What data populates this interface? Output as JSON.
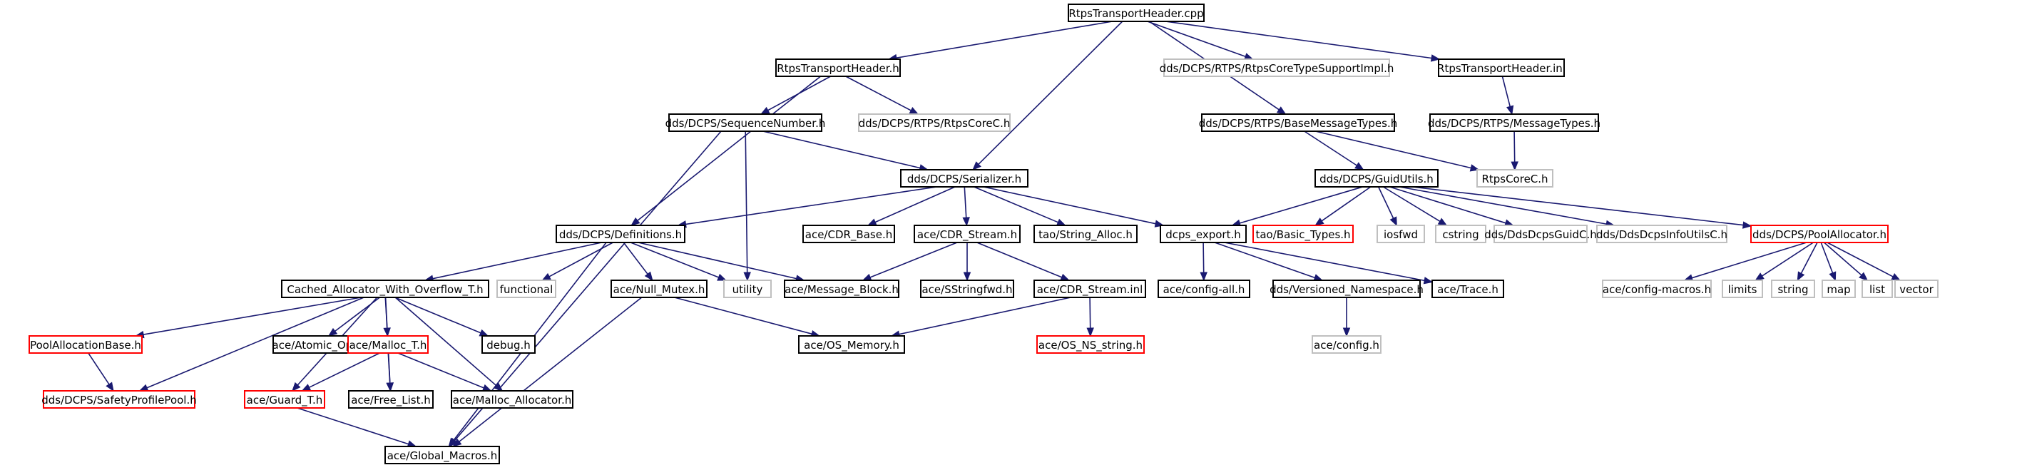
{
  "graph": {
    "colors": {
      "edge": "#191970",
      "normal_border": "#000000",
      "missing_border": "#bfbfbf",
      "incomplete_border": "#ff0000",
      "root_fill": "#bfbfbf"
    },
    "nodes": [
      {
        "id": "root",
        "label": "RtpsTransportHeader.cpp",
        "kind": "root"
      },
      {
        "id": "rth_h",
        "label": "RtpsTransportHeader.h",
        "kind": "normal"
      },
      {
        "id": "core_ts",
        "label": "dds/DCPS/RTPS/RtpsCoreTypeSupportImpl.h",
        "kind": "missing"
      },
      {
        "id": "rth_inl",
        "label": "RtpsTransportHeader.inl",
        "kind": "normal"
      },
      {
        "id": "seqnum",
        "label": "dds/DCPS/SequenceNumber.h",
        "kind": "normal"
      },
      {
        "id": "rtpscore_c",
        "label": "dds/DCPS/RTPS/RtpsCoreC.h",
        "kind": "missing"
      },
      {
        "id": "basemsg",
        "label": "dds/DCPS/RTPS/BaseMessageTypes.h",
        "kind": "normal"
      },
      {
        "id": "msgtypes",
        "label": "dds/DCPS/RTPS/MessageTypes.h",
        "kind": "normal"
      },
      {
        "id": "serializer",
        "label": "dds/DCPS/Serializer.h",
        "kind": "normal"
      },
      {
        "id": "guidutils",
        "label": "dds/DCPS/GuidUtils.h",
        "kind": "normal"
      },
      {
        "id": "rtpscore2",
        "label": "RtpsCoreC.h",
        "kind": "missing"
      },
      {
        "id": "defs",
        "label": "dds/DCPS/Definitions.h",
        "kind": "normal"
      },
      {
        "id": "cdr_base",
        "label": "ace/CDR_Base.h",
        "kind": "normal"
      },
      {
        "id": "cdr_stream",
        "label": "ace/CDR_Stream.h",
        "kind": "normal"
      },
      {
        "id": "stralloc",
        "label": "tao/String_Alloc.h",
        "kind": "normal"
      },
      {
        "id": "dcps_export",
        "label": "dcps_export.h",
        "kind": "normal"
      },
      {
        "id": "basic_types",
        "label": "tao/Basic_Types.h",
        "kind": "incomplete"
      },
      {
        "id": "iosfwd",
        "label": "iosfwd",
        "kind": "missing"
      },
      {
        "id": "cstring",
        "label": "cstring",
        "kind": "missing"
      },
      {
        "id": "guidc",
        "label": "dds/DdsDcpsGuidC.h",
        "kind": "missing"
      },
      {
        "id": "infoutils",
        "label": "dds/DdsDcpsInfoUtilsC.h",
        "kind": "missing"
      },
      {
        "id": "poolalloc",
        "label": "dds/DCPS/PoolAllocator.h",
        "kind": "incomplete"
      },
      {
        "id": "cached",
        "label": "Cached_Allocator_With_Overflow_T.h",
        "kind": "normal"
      },
      {
        "id": "functional",
        "label": "functional",
        "kind": "missing"
      },
      {
        "id": "nullmutex",
        "label": "ace/Null_Mutex.h",
        "kind": "normal"
      },
      {
        "id": "utility",
        "label": "utility",
        "kind": "missing"
      },
      {
        "id": "msgblock",
        "label": "ace/Message_Block.h",
        "kind": "normal"
      },
      {
        "id": "sstringfwd",
        "label": "ace/SStringfwd.h",
        "kind": "normal"
      },
      {
        "id": "cdr_inl",
        "label": "ace/CDR_Stream.inl",
        "kind": "normal"
      },
      {
        "id": "configall",
        "label": "ace/config-all.h",
        "kind": "normal"
      },
      {
        "id": "versioned",
        "label": "dds/Versioned_Namespace.h",
        "kind": "normal"
      },
      {
        "id": "trace",
        "label": "ace/Trace.h",
        "kind": "normal"
      },
      {
        "id": "configmacros",
        "label": "ace/config-macros.h",
        "kind": "missing"
      },
      {
        "id": "limits",
        "label": "limits",
        "kind": "missing"
      },
      {
        "id": "string",
        "label": "string",
        "kind": "missing"
      },
      {
        "id": "map",
        "label": "map",
        "kind": "missing"
      },
      {
        "id": "list",
        "label": "list",
        "kind": "missing"
      },
      {
        "id": "vector",
        "label": "vector",
        "kind": "missing"
      },
      {
        "id": "poolbase",
        "label": "PoolAllocationBase.h",
        "kind": "incomplete"
      },
      {
        "id": "atomic",
        "label": "ace/Atomic_Op.h",
        "kind": "normal"
      },
      {
        "id": "malloc_t",
        "label": "ace/Malloc_T.h",
        "kind": "incomplete"
      },
      {
        "id": "debug",
        "label": "debug.h",
        "kind": "normal"
      },
      {
        "id": "osmem",
        "label": "ace/OS_Memory.h",
        "kind": "normal"
      },
      {
        "id": "os_ns",
        "label": "ace/OS_NS_string.h",
        "kind": "incomplete"
      },
      {
        "id": "aceconfig",
        "label": "ace/config.h",
        "kind": "missing"
      },
      {
        "id": "safety",
        "label": "dds/DCPS/SafetyProfilePool.h",
        "kind": "incomplete"
      },
      {
        "id": "guard",
        "label": "ace/Guard_T.h",
        "kind": "incomplete"
      },
      {
        "id": "freelist",
        "label": "ace/Free_List.h",
        "kind": "normal"
      },
      {
        "id": "mallocalloc",
        "label": "ace/Malloc_Allocator.h",
        "kind": "normal"
      },
      {
        "id": "globalmacros",
        "label": "ace/Global_Macros.h",
        "kind": "normal"
      }
    ],
    "edges": [
      [
        "root",
        "rth_h"
      ],
      [
        "root",
        "core_ts"
      ],
      [
        "root",
        "rth_inl"
      ],
      [
        "root",
        "serializer"
      ],
      [
        "root",
        "basemsg"
      ],
      [
        "rth_h",
        "seqnum"
      ],
      [
        "rth_h",
        "rtpscore_c"
      ],
      [
        "rth_h",
        "defs"
      ],
      [
        "rth_inl",
        "msgtypes"
      ],
      [
        "seqnum",
        "serializer"
      ],
      [
        "seqnum",
        "utility"
      ],
      [
        "seqnum",
        "globalmacros"
      ],
      [
        "basemsg",
        "guidutils"
      ],
      [
        "basemsg",
        "rtpscore2"
      ],
      [
        "msgtypes",
        "rtpscore2"
      ],
      [
        "serializer",
        "defs"
      ],
      [
        "serializer",
        "cdr_base"
      ],
      [
        "serializer",
        "cdr_stream"
      ],
      [
        "serializer",
        "stralloc"
      ],
      [
        "serializer",
        "dcps_export"
      ],
      [
        "guidutils",
        "dcps_export"
      ],
      [
        "guidutils",
        "basic_types"
      ],
      [
        "guidutils",
        "iosfwd"
      ],
      [
        "guidutils",
        "cstring"
      ],
      [
        "guidutils",
        "guidc"
      ],
      [
        "guidutils",
        "infoutils"
      ],
      [
        "guidutils",
        "poolalloc"
      ],
      [
        "defs",
        "cached"
      ],
      [
        "defs",
        "functional"
      ],
      [
        "defs",
        "nullmutex"
      ],
      [
        "defs",
        "utility"
      ],
      [
        "defs",
        "msgblock"
      ],
      [
        "defs",
        "globalmacros"
      ],
      [
        "cdr_stream",
        "msgblock"
      ],
      [
        "cdr_stream",
        "sstringfwd"
      ],
      [
        "cdr_stream",
        "cdr_inl"
      ],
      [
        "dcps_export",
        "configall"
      ],
      [
        "dcps_export",
        "versioned"
      ],
      [
        "dcps_export",
        "trace"
      ],
      [
        "poolalloc",
        "configmacros"
      ],
      [
        "poolalloc",
        "limits"
      ],
      [
        "poolalloc",
        "string"
      ],
      [
        "poolalloc",
        "map"
      ],
      [
        "poolalloc",
        "list"
      ],
      [
        "poolalloc",
        "vector"
      ],
      [
        "cached",
        "poolbase"
      ],
      [
        "cached",
        "atomic"
      ],
      [
        "cached",
        "malloc_t"
      ],
      [
        "cached",
        "debug"
      ],
      [
        "cached",
        "safety"
      ],
      [
        "cached",
        "guard"
      ],
      [
        "cached",
        "freelist"
      ],
      [
        "cached",
        "mallocalloc"
      ],
      [
        "nullmutex",
        "osmem"
      ],
      [
        "nullmutex",
        "globalmacros"
      ],
      [
        "cdr_inl",
        "osmem"
      ],
      [
        "cdr_inl",
        "os_ns"
      ],
      [
        "versioned",
        "aceconfig"
      ],
      [
        "poolbase",
        "safety"
      ],
      [
        "malloc_t",
        "guard"
      ],
      [
        "malloc_t",
        "freelist"
      ],
      [
        "malloc_t",
        "mallocalloc"
      ],
      [
        "guard",
        "globalmacros"
      ]
    ]
  }
}
